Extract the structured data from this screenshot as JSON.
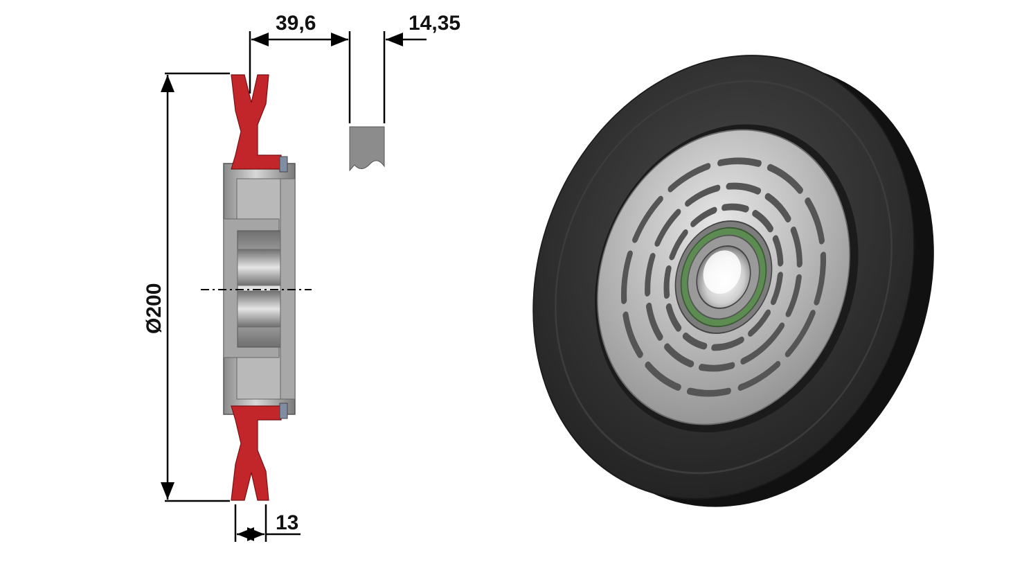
{
  "dimensions": {
    "diameter": "Ø200",
    "width_top": "39,6",
    "profile_width": "14,35",
    "groove_width": "13"
  },
  "colors": {
    "tire_red": "#c2262b",
    "hub_gray": "#9a9a9a",
    "seal_blue": "#7f8ea3",
    "wheel_black": "#2c2c2c",
    "metal_silver": "#c9c9c9",
    "seal_green": "#5d8c53"
  }
}
